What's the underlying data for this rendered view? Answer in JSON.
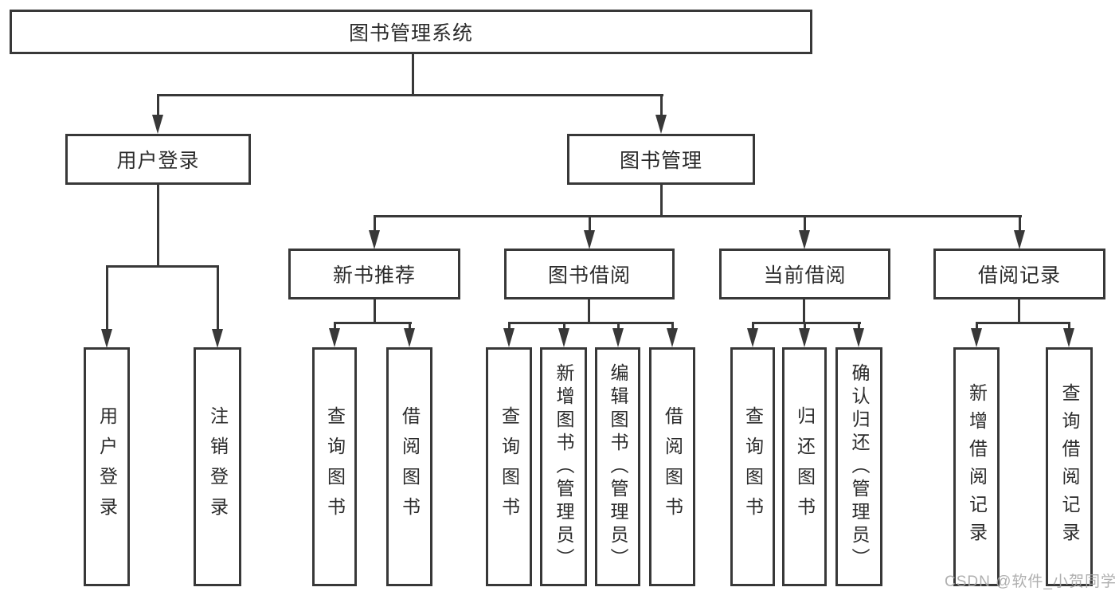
{
  "tree": {
    "root": {
      "label": "图书管理系统"
    },
    "children": [
      {
        "label": "用户登录",
        "children": [
          {
            "label": "用户登录"
          },
          {
            "label": "注销登录"
          }
        ]
      },
      {
        "label": "图书管理",
        "children": [
          {
            "label": "新书推荐",
            "children": [
              {
                "label": "查询图书"
              },
              {
                "label": "借阅图书"
              }
            ]
          },
          {
            "label": "图书借阅",
            "children": [
              {
                "label": "查询图书"
              },
              {
                "label": "新增图书（管理员）"
              },
              {
                "label": "编辑图书（管理员）"
              },
              {
                "label": "借阅图书"
              }
            ]
          },
          {
            "label": "当前借阅",
            "children": [
              {
                "label": "查询图书"
              },
              {
                "label": "归还图书"
              },
              {
                "label": "确认归还（管理员）"
              }
            ]
          },
          {
            "label": "借阅记录",
            "children": [
              {
                "label": "新增借阅记录"
              },
              {
                "label": "查询借阅记录"
              }
            ]
          }
        ]
      }
    ]
  },
  "colors": {
    "line": "#383838",
    "text": "#2b2b2b",
    "watermark": "#a6a6a6"
  },
  "watermark": "CSDN @软件_小贺同学"
}
